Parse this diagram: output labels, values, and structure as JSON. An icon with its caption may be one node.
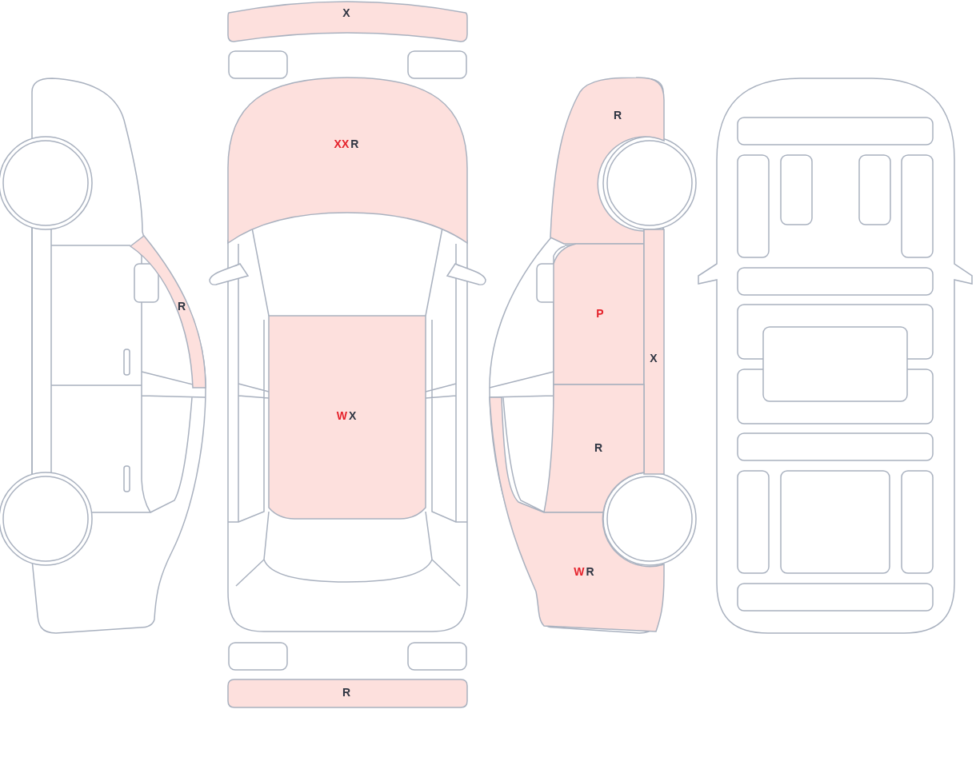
{
  "diagram": {
    "nodes": [
      {
        "text": [
          "X"
        ]
      },
      {
        "text": [
          "R"
        ]
      },
      {
        "text": [
          "XX",
          "R"
        ]
      },
      {
        "text": [
          "R"
        ]
      },
      {
        "text": [
          "P"
        ]
      },
      {
        "text": [
          "X"
        ]
      },
      {
        "text": [
          "W",
          "X"
        ]
      },
      {
        "text": [
          "R"
        ]
      },
      {
        "text": [
          "W",
          "R"
        ]
      },
      {
        "text": [
          "R"
        ]
      }
    ]
  }
}
